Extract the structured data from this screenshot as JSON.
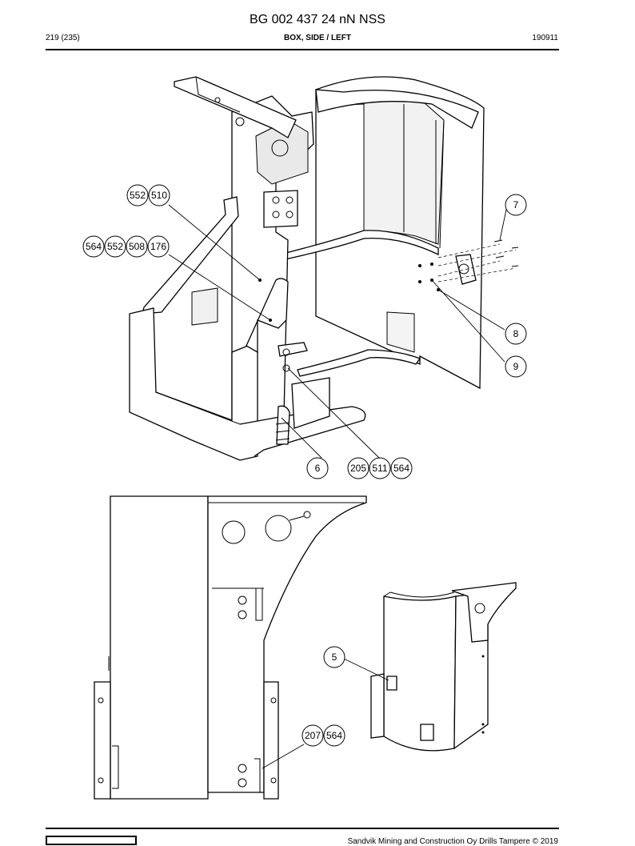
{
  "header": {
    "title": "BG 002 437 24 nN NSS",
    "page": "219 (235)",
    "section": "BOX, SIDE / LEFT",
    "date": "190911"
  },
  "callouts": {
    "c552": "552",
    "c510": "510",
    "c564a": "564",
    "c552b": "552",
    "c508": "508",
    "c176": "176",
    "c7": "7",
    "c8": "8",
    "c9": "9",
    "c6": "6",
    "c205": "205",
    "c511": "511",
    "c564b": "564",
    "c5": "5",
    "c207": "207",
    "c564c": "564"
  },
  "footer": {
    "copyright": "Sandvik Mining and Construction Oy Drills Tampere © 2019"
  }
}
